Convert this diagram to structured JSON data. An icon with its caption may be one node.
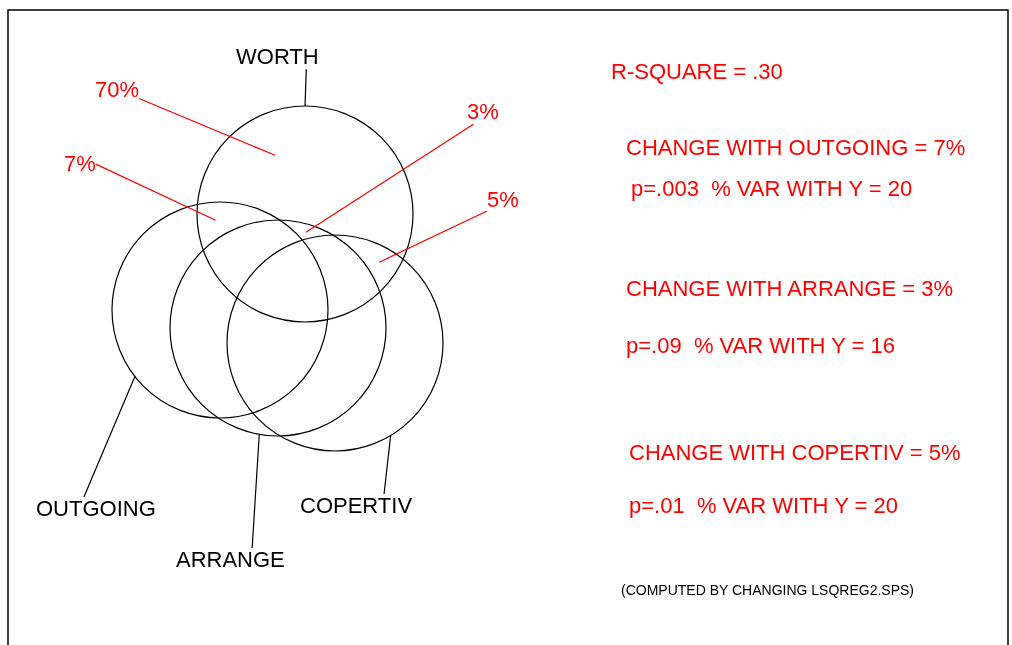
{
  "diagram": {
    "nodes": [
      {
        "text": [],
        "shape": "circle"
      },
      {
        "text": [],
        "shape": "circle"
      },
      {
        "text": [],
        "shape": "circle"
      },
      {
        "text": [],
        "shape": "circle"
      },
      {
        "text": [
          "WORTH"
        ]
      },
      {
        "text": [
          "OUTGOING"
        ]
      },
      {
        "text": [
          "ARRANGE"
        ]
      },
      {
        "text": [
          "COPERTIV"
        ]
      },
      {
        "text": [
          "70%"
        ]
      },
      {
        "text": [
          "7%"
        ]
      },
      {
        "text": [
          "3%"
        ]
      },
      {
        "text": [
          "5%"
        ]
      }
    ],
    "edges": [
      {
        "from": 4,
        "to": 0,
        "arrow": "none"
      },
      {
        "from": 5,
        "to": 1,
        "arrow": "none"
      },
      {
        "from": 6,
        "to": 2,
        "arrow": "none"
      },
      {
        "from": 7,
        "to": 3,
        "arrow": "none"
      },
      {
        "from": 8,
        "to": 0,
        "arrow": "none",
        "color": "#ff0000"
      },
      {
        "from": 9,
        "to": 0,
        "arrow": "none",
        "color": "#ff0000"
      },
      {
        "from": 10,
        "to": 0,
        "arrow": "none",
        "color": "#ff0000"
      },
      {
        "from": 11,
        "to": 0,
        "arrow": "none",
        "color": "#ff0000"
      }
    ],
    "labels": [
      "R-SQUARE = .30",
      "CHANGE WITH OUTGOING = 7%",
      "p=.003  % VAR WITH Y = 20",
      "CHANGE WITH ARRANGE = 3%",
      "p=.09  % VAR WITH Y = 16",
      "CHANGE WITH COPERTIV = 5%",
      "p=.01  % VAR WITH Y = 20",
      "(COMPUTED BY CHANGING LSQREG2.SPS)"
    ]
  }
}
